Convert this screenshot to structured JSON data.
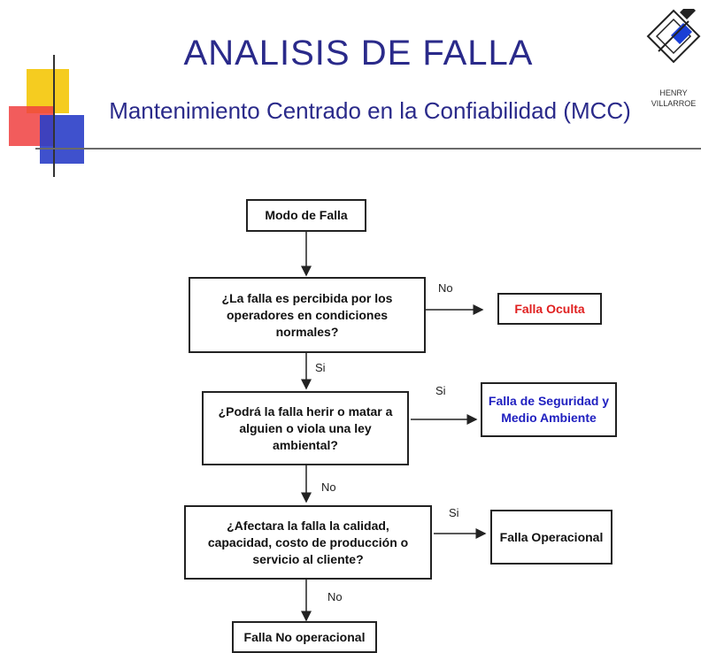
{
  "header": {
    "title": "ANALISIS DE FALLA",
    "subtitle": "Mantenimiento Centrado en la Confiabilidad (MCC)",
    "logo_line1": "HENRY",
    "logo_line2": "VILLARROE"
  },
  "flow": {
    "start": "Modo de Falla",
    "q1": [
      "¿La falla es percibida por los",
      "operadores en condiciones",
      "normales?"
    ],
    "q1_no": "No",
    "q1_result": "Falla Oculta",
    "q1_yes": "Si",
    "q2": [
      "¿Podrá la falla herir o matar a",
      "alguien o viola una ley",
      "ambiental?"
    ],
    "q2_yes": "Si",
    "q2_result": [
      "Falla de Seguridad y",
      "Medio Ambiente"
    ],
    "q2_no": "No",
    "q3": [
      "¿Afectara la falla la calidad,",
      "capacidad, costo de producción o",
      "servicio al cliente?"
    ],
    "q3_yes": "Si",
    "q3_result": "Falla Operacional",
    "q3_no": "No",
    "end": "Falla No operacional"
  },
  "colors": {
    "title": "#2a2a8a",
    "falla_oculta": "#e02020",
    "falla_seguridad": "#2020c0",
    "logo_blue": "#1a3fd6"
  }
}
